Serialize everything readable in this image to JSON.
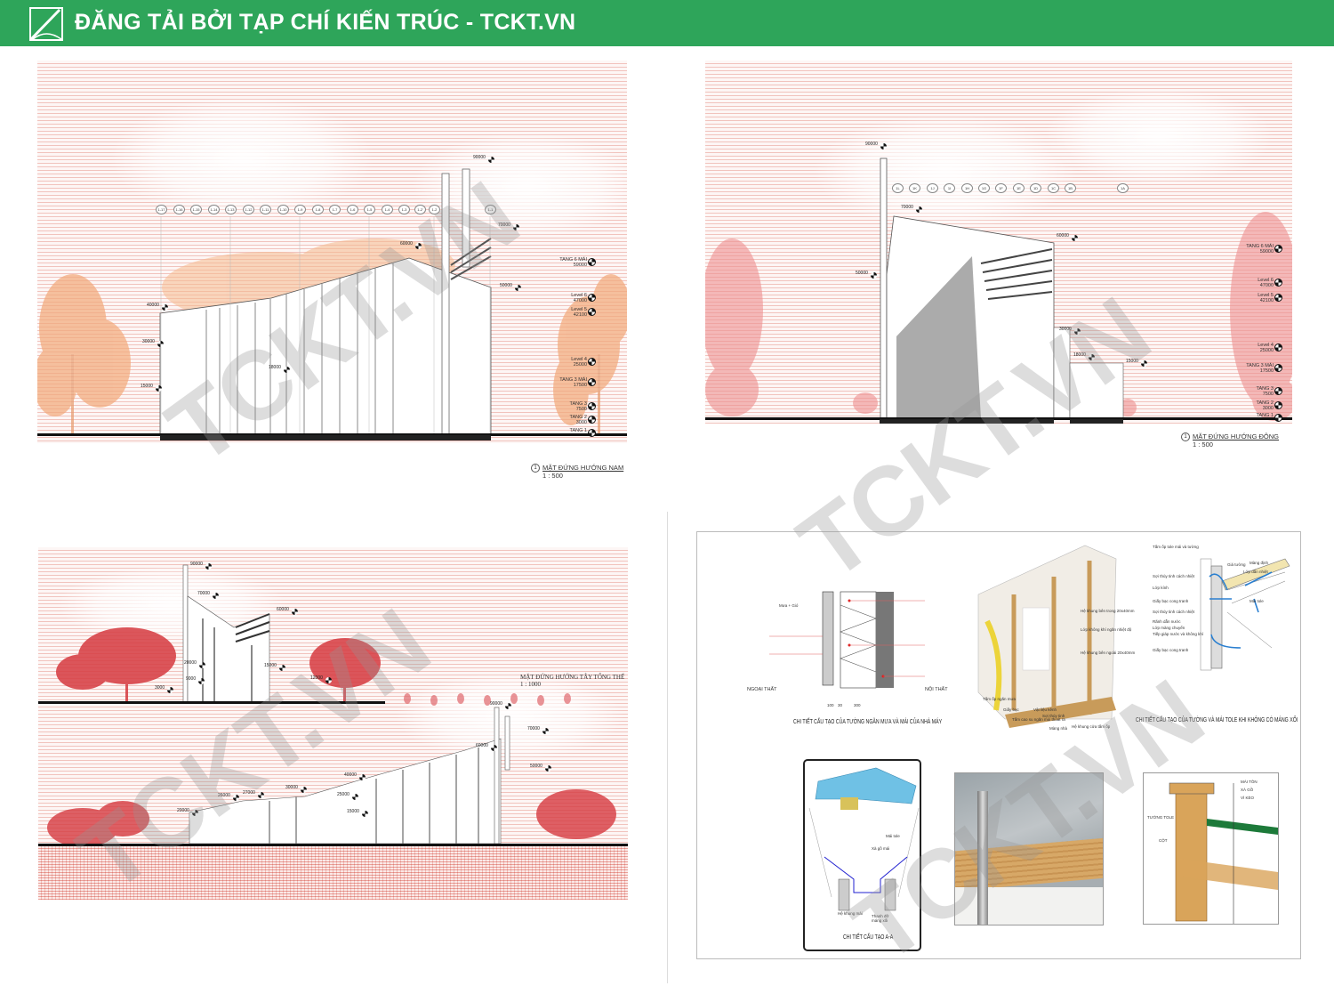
{
  "header": {
    "title": "ĐĂNG TẢI BỞI TẠP CHÍ KIẾN TRÚC - TCKT.VN",
    "brand_color": "#2ea55a"
  },
  "watermark": "TCKT.VN",
  "south_elevation": {
    "caption_number": "1",
    "caption": "MẶT ĐỨNG HƯỚNG NAM",
    "scale": "1 : 500",
    "grid_labels": [
      "1-17",
      "1-16",
      "1-15",
      "1-14",
      "1-13",
      "1-12",
      "1-11",
      "1-10",
      "1-9",
      "1-8",
      "1-7",
      "1-6",
      "1-5",
      "1-4",
      "1-3",
      "1-2'",
      "1-2",
      "1-1"
    ],
    "elevations": [
      "90000",
      "70000",
      "60000",
      "50000",
      "40000",
      "30000",
      "18000",
      "15000"
    ],
    "levels": [
      {
        "name": "TANG 6 MÁI",
        "value": "59000"
      },
      {
        "name": "Level 6",
        "value": "47000"
      },
      {
        "name": "Level 5",
        "value": "42100"
      },
      {
        "name": "Level 4",
        "value": "25000"
      },
      {
        "name": "TANG 3 MÁI",
        "value": "17500"
      },
      {
        "name": "TANG 3",
        "value": "7500"
      },
      {
        "name": "TANG 2",
        "value": "3000"
      },
      {
        "name": "TANG 1",
        "value": ""
      }
    ]
  },
  "east_elevation": {
    "caption_number": "1",
    "caption": "MẶT ĐỨNG HƯỚNG ĐÔNG",
    "scale": "1 : 500",
    "grid_labels": [
      "1L",
      "1K",
      "1J",
      "1I",
      "1H",
      "1G",
      "1F",
      "1E",
      "1D",
      "1C",
      "1B",
      "1A"
    ],
    "elevations": [
      "90000",
      "70000",
      "60000",
      "50000",
      "30000",
      "18000",
      "15000"
    ],
    "levels": [
      {
        "name": "TANG 6 MÁI",
        "value": "59000"
      },
      {
        "name": "Level 6",
        "value": "47000"
      },
      {
        "name": "Level 5",
        "value": "42100"
      },
      {
        "name": "Level 4",
        "value": "25000"
      },
      {
        "name": "TANG 3 MÁI",
        "value": "17500"
      },
      {
        "name": "TANG 3",
        "value": "7500"
      },
      {
        "name": "TANG 2",
        "value": "3000"
      },
      {
        "name": "TANG 1",
        "value": ""
      }
    ]
  },
  "west_elevation": {
    "caption": "MẶT ĐỨNG HƯỚNG TÂY TỔNG THỂ",
    "scale": "1 : 1000",
    "top_elevations": [
      "90000",
      "70000",
      "60000",
      "20000",
      "15000",
      "12000",
      "9000",
      "3000"
    ],
    "bottom_elevations": [
      "90000",
      "70000",
      "60000",
      "50000",
      "40000",
      "30000",
      "27000",
      "26000",
      "25000",
      "20000",
      "15000"
    ]
  },
  "details": {
    "wall_section": {
      "title": "CHI TIẾT CẤU TẠO CỦA TƯỜNG NGĂN MƯA VÀ MÁI CỦA NHÀ MÁY",
      "exterior": "NGOẠI THẤT",
      "interior": "NỘI THẤT",
      "rain_wind": "Mưa + Gió",
      "dims": [
        "100",
        "30",
        "300"
      ]
    },
    "wall_3d": {
      "labels": [
        "Hệ khung bên trong 20x40mm",
        "Lớp không khí ngăn nhiệt độ",
        "Hệ khung bên ngoài 20x40mm",
        "Tấm ốp ngăn mưa",
        "Giấy bạc",
        "Vật liệu kênh",
        "Sợi thủy tinh",
        "Tấm cao su ngăn mùi thoát ra",
        "Màng nhà",
        "Hệ khung cửa tấm ốp"
      ]
    },
    "roof_detail": {
      "title": "CHI TIẾT CẤU TẠO CỦA TƯỜNG VÀ MÁI TOLE KHI KHÔNG CÓ MÁNG XỐI",
      "labels": [
        "Tấm ốp tole mái và tường",
        "Sợi thủy tinh cách nhiệt",
        "Lớp kính",
        "Giấy bạc cong tranh",
        "Sợi thủy tinh cách nhiệt",
        "Rãnh dẫn nước",
        "Lớp màng chuyển",
        "Tiếp giáp nước và không khí",
        "Giấy bạc cong tranh",
        "Giá tường",
        "Màng định",
        "Lớp dẫn nhiệt",
        "Mái tole"
      ]
    },
    "section_aa": {
      "title": "CHI TIẾT CẤU TẠO A-A",
      "labels": [
        "Mái tole",
        "Xà gồ mái",
        "Hệ khung mái",
        "Thanh đỡ máng xối"
      ]
    },
    "eave_detail": {
      "labels": [
        "MÁI TÔN",
        "XÀ GỒ",
        "VÌ KÈO",
        "TƯỜNG TOLE",
        "CỘT"
      ]
    }
  }
}
